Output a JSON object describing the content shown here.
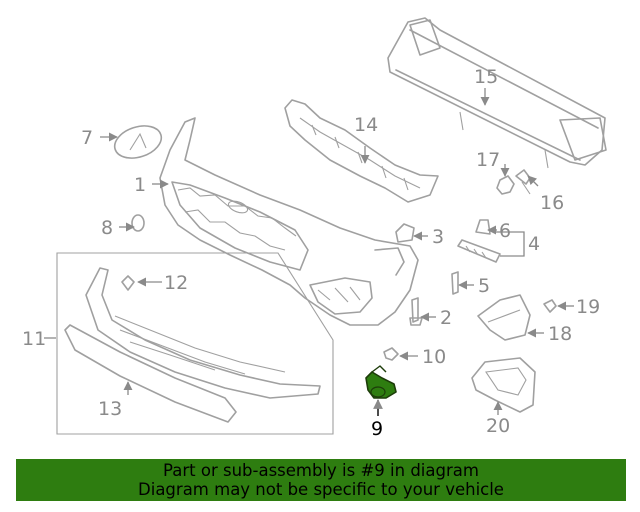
{
  "callouts": {
    "c1": "1",
    "c2": "2",
    "c3": "3",
    "c4": "4",
    "c5": "5",
    "c6": "6",
    "c7": "7",
    "c8": "8",
    "c9": "9",
    "c10": "10",
    "c11": "11",
    "c12": "12",
    "c13": "13",
    "c14": "14",
    "c15": "15",
    "c16": "16",
    "c17": "17",
    "c18": "18",
    "c19": "19",
    "c20": "20"
  },
  "highlight": {
    "part": "9",
    "color": "#2e7d10"
  },
  "banner": {
    "line1": "Part or sub-assembly is #9 in diagram",
    "line2": "Diagram may not be specific to your vehicle",
    "color": "#2e7d10"
  }
}
